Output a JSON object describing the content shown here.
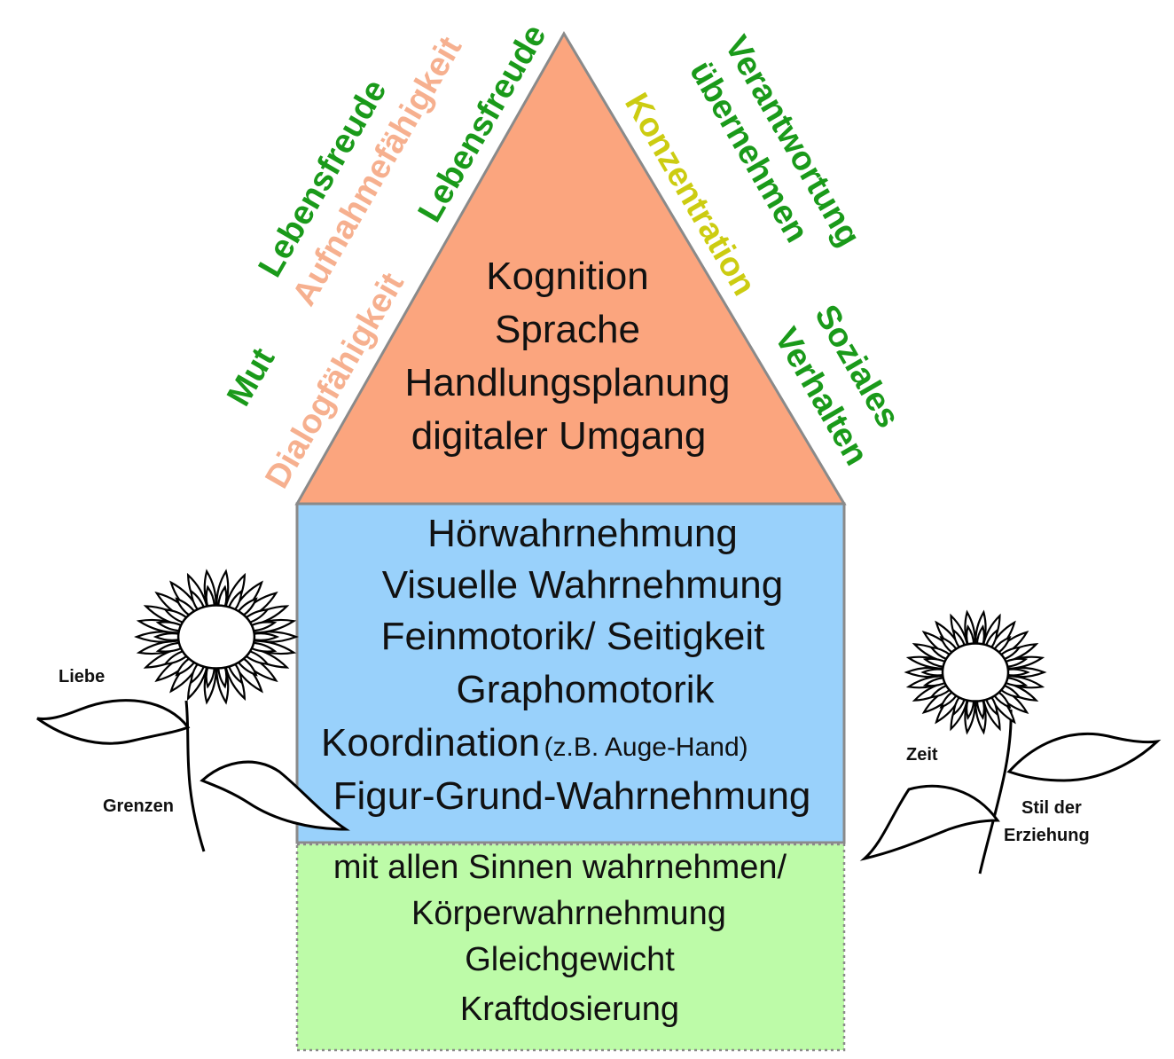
{
  "colors": {
    "roof": "#fba57e",
    "wall": "#99d1fb",
    "foundation": "#bdfba8",
    "outline": "#8a8a8a",
    "green_text": "#1a9a1a",
    "salmon_text": "#f6b08f",
    "yellow_text": "#cccc11"
  },
  "roof": {
    "lines": [
      "Kognition",
      "Sprache",
      "Handlungsplanung",
      "digitaler Umgang"
    ]
  },
  "wall": {
    "lines": [
      "Hörwahrnehmung",
      "Visuelle Wahrnehmung",
      "Feinmotorik/ Seitigkeit",
      "Graphomotorik"
    ],
    "koordination": "Koordination",
    "koordination_note": "(z.B. Auge-Hand)",
    "last_line": "Figur-Grund-Wahrnehmung"
  },
  "foundation": {
    "lines": [
      "mit allen Sinnen wahrnehmen/",
      "Körperwahrnehmung",
      "Gleichgewicht",
      "Kraftdosierung"
    ]
  },
  "side_labels": {
    "lebensfreude_outer": "Lebensfreude",
    "aufnahmefaehigkeit": "Aufnahmefähigkeit",
    "lebensfreude_inner": "Lebensfreude",
    "mut": "Mut",
    "dialogfaehigkeit": "Dialogfähigkeit",
    "verantwortung": "Verantwortung",
    "uebernehmen": "übernehmen",
    "konzentration": "Konzentration",
    "soziales": "Soziales",
    "verhalten": "Verhalten"
  },
  "flower_labels": {
    "liebe": "Liebe",
    "grenzen": "Grenzen",
    "zeit": "Zeit",
    "stil_der": "Stil der",
    "erziehung": "Erziehung"
  }
}
